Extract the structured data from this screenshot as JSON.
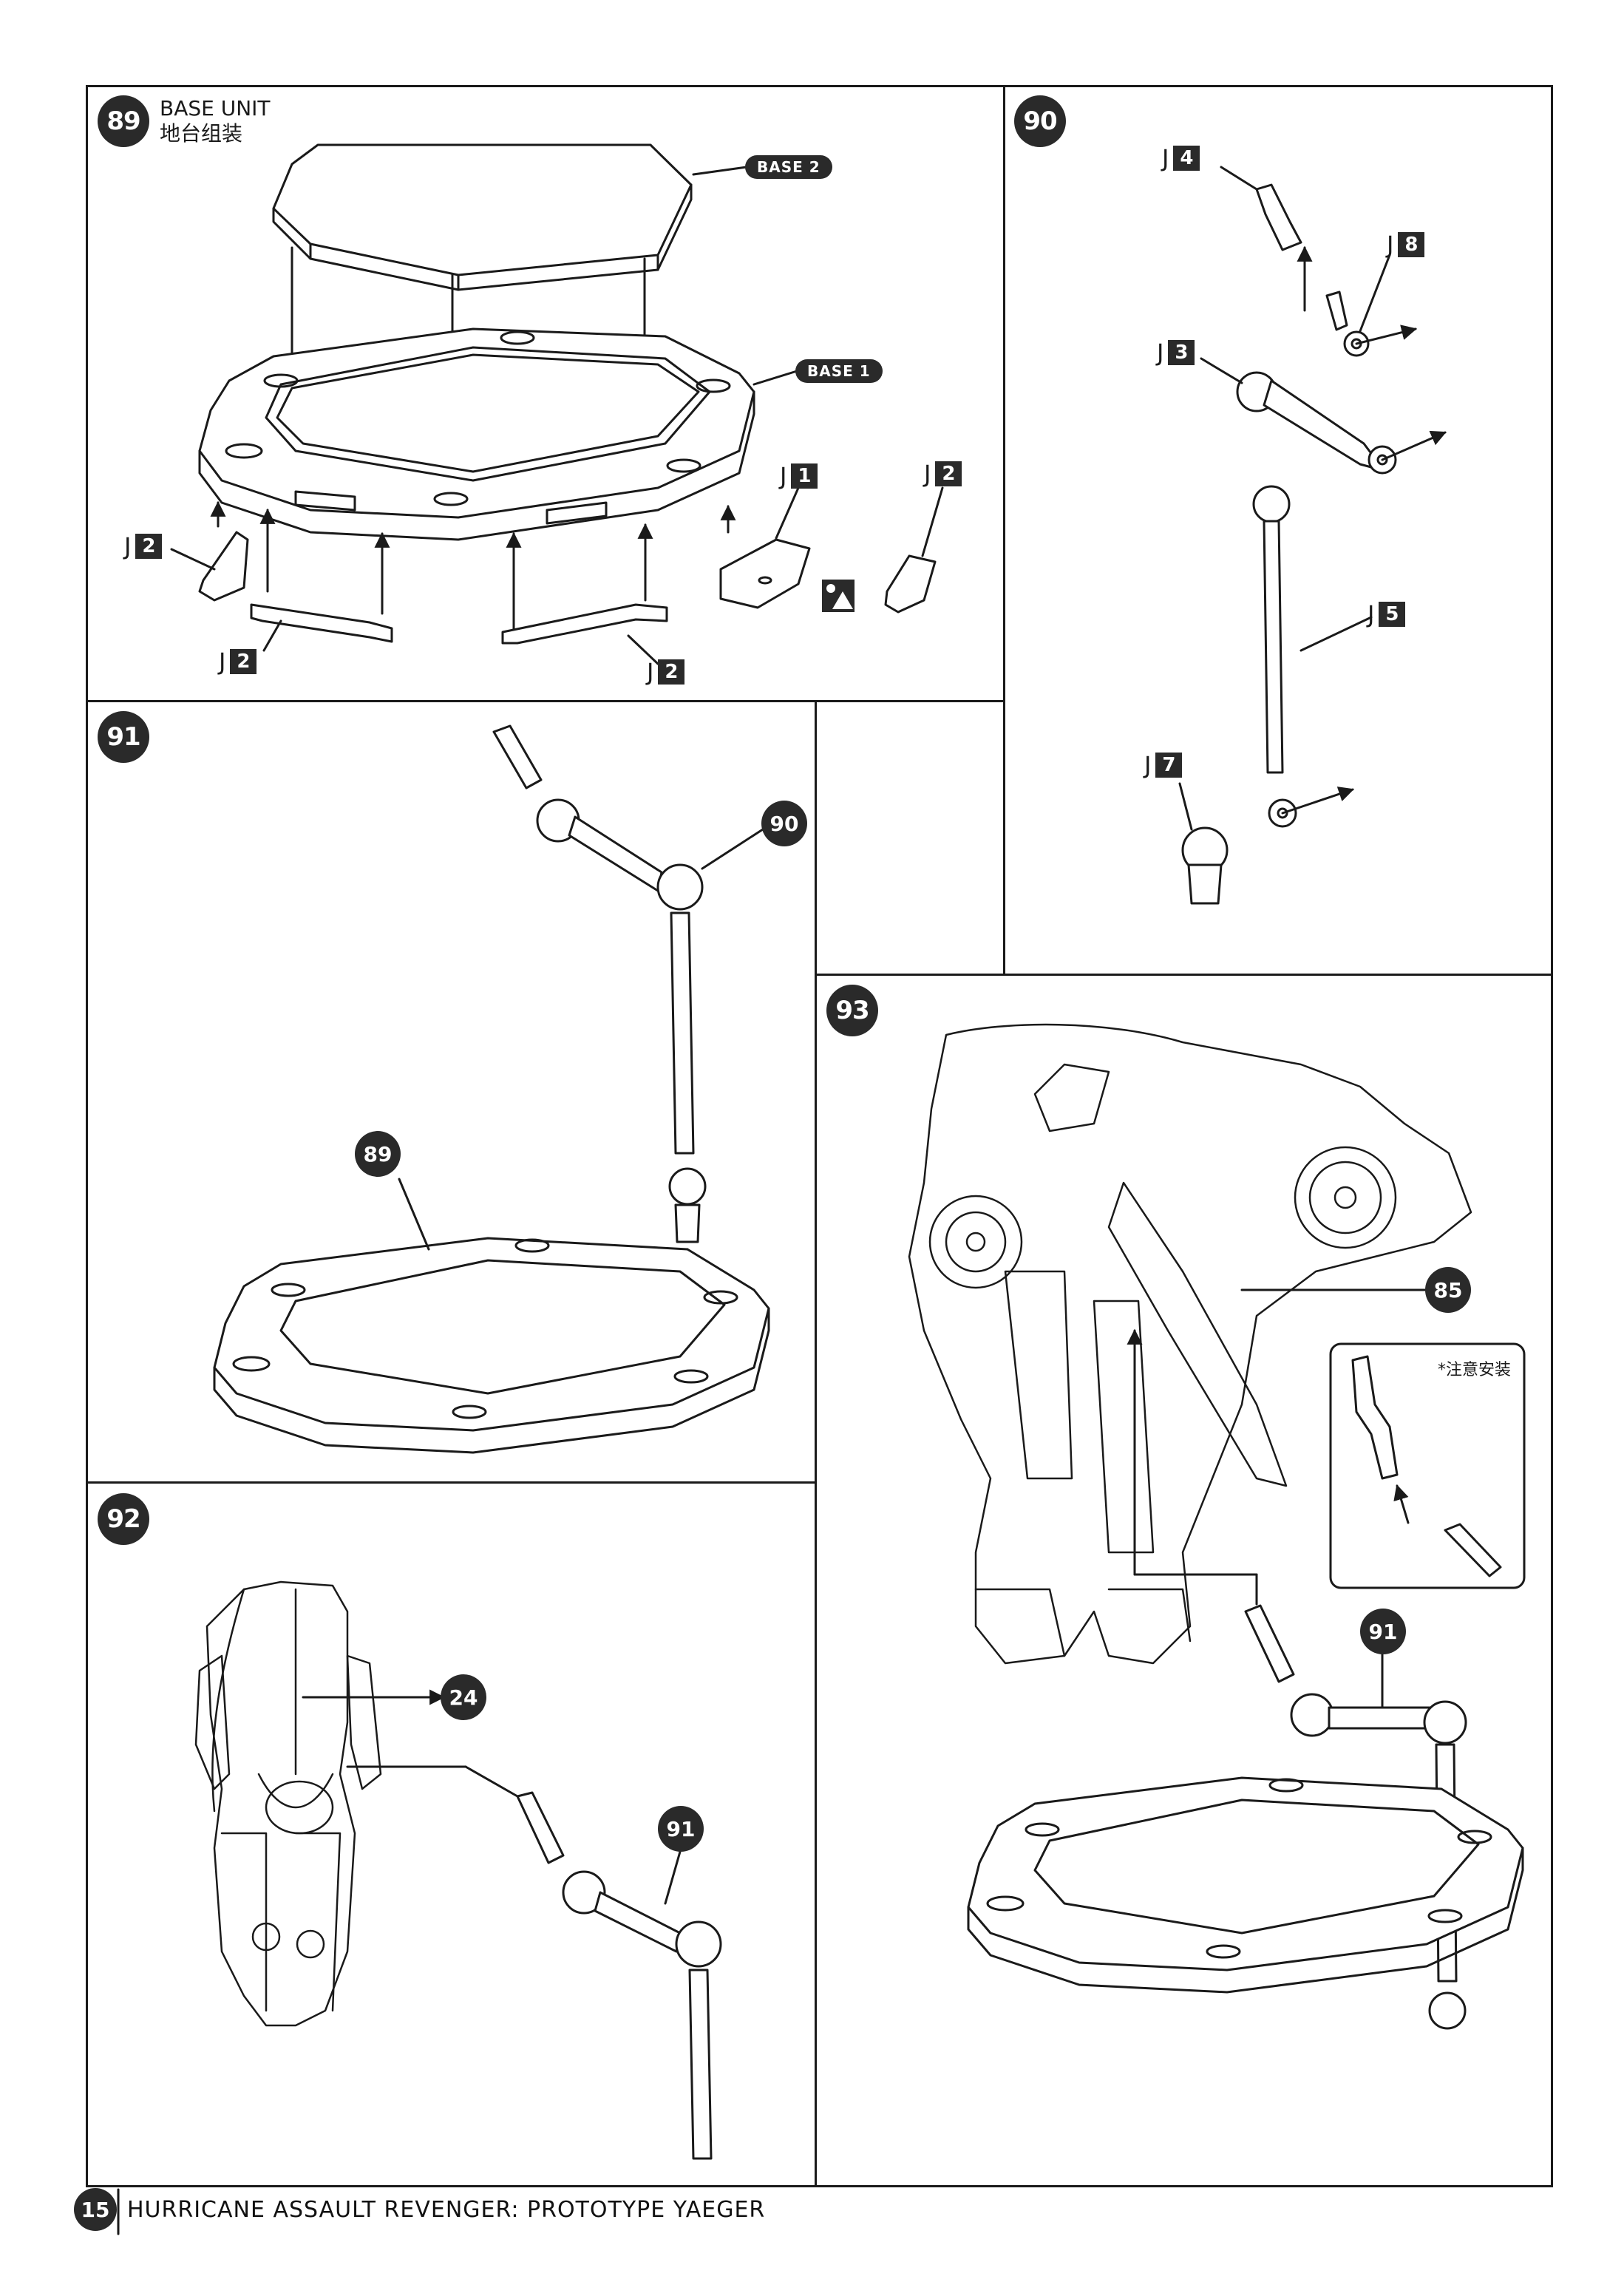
{
  "steps": {
    "s89": {
      "number": "89",
      "title_en": "BASE UNIT",
      "title_cn": "地台组装"
    },
    "s90": {
      "number": "90"
    },
    "s91": {
      "number": "91"
    },
    "s92": {
      "number": "92"
    },
    "s93": {
      "number": "93",
      "note": "*注意安装"
    }
  },
  "tags": {
    "base2": "BASE 2",
    "base1": "BASE 1"
  },
  "parts": {
    "runner": "J",
    "p89_j1": "1",
    "p89_j2a": "2",
    "p89_j2b": "2",
    "p89_j2c": "2",
    "p89_j2d": "2",
    "p90_j4": "4",
    "p90_j8": "8",
    "p90_j3": "3",
    "p90_j5": "5",
    "p90_j7": "7"
  },
  "refs": {
    "r90": "90",
    "r89": "89",
    "r24": "24",
    "r91a": "91",
    "r85": "85",
    "r91b": "91"
  },
  "footer": {
    "page": "15",
    "title": "HURRICANE ASSAULT REVENGER: PROTOTYPE YAEGER"
  },
  "icons": [
    "cut-icon"
  ]
}
